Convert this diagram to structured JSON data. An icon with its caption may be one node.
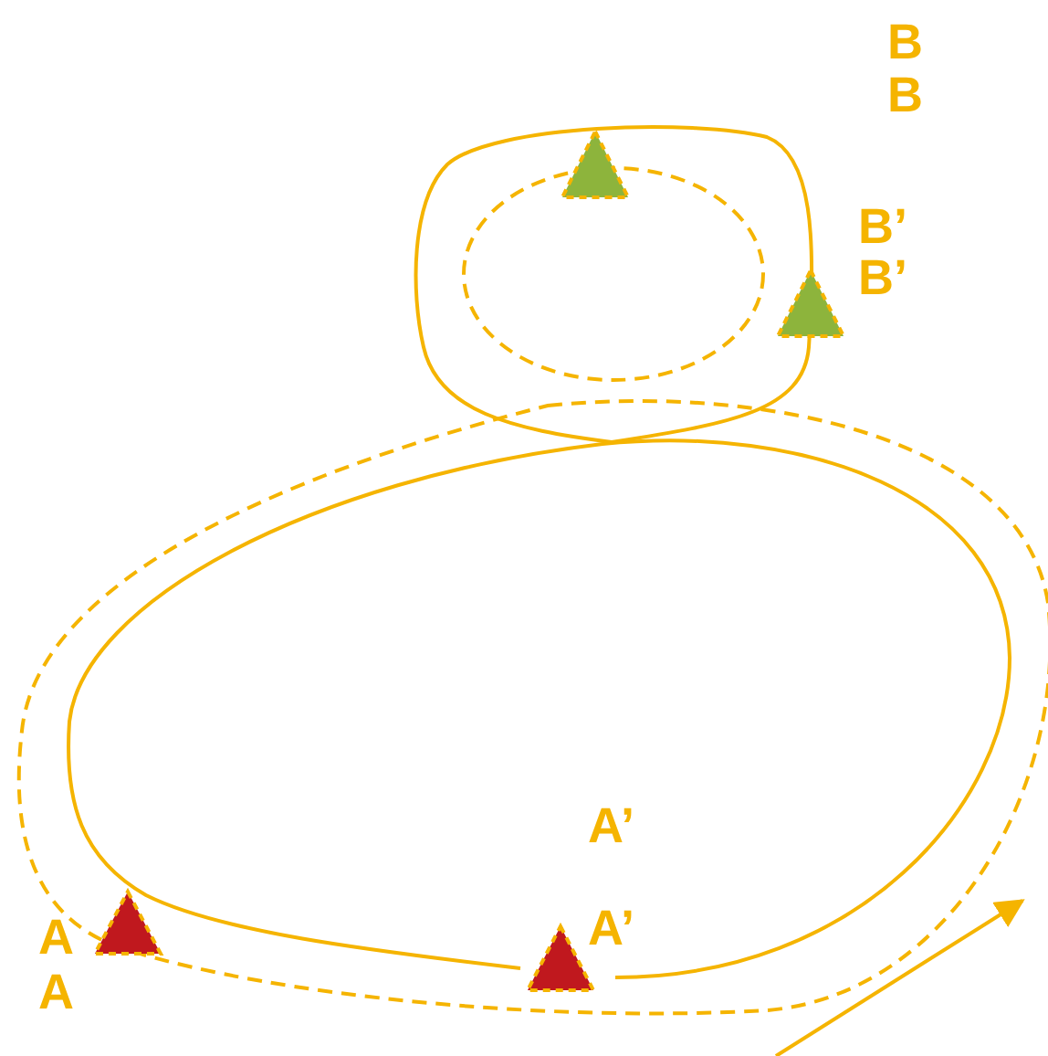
{
  "diagram": {
    "labels": [
      "B",
      "B",
      "B’",
      "B’",
      "A’",
      "A’",
      "A",
      "A"
    ]
  }
}
